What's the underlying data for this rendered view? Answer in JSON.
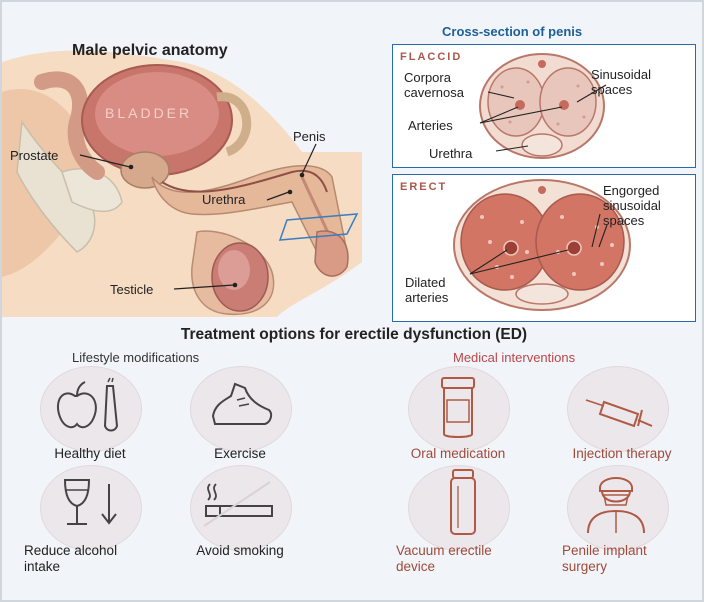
{
  "anatomy": {
    "title": "Male pelvic anatomy",
    "labels": {
      "bladder": "BLADDER",
      "prostate": "Prostate",
      "penis": "Penis",
      "urethra": "Urethra",
      "testicle": "Testicle"
    }
  },
  "cross_section": {
    "title": "Cross-section of penis",
    "flaccid": {
      "state": "FLACCID",
      "labels": {
        "corpora": "Corpora\ncavernosa",
        "sinusoidal": "Sinusoidal\nspaces",
        "arteries": "Arteries",
        "urethra": "Urethra"
      }
    },
    "erect": {
      "state": "ERECT",
      "labels": {
        "engorged": "Engorged\nsinusoidal\nspaces",
        "dilated": "Dilated\narteries"
      }
    }
  },
  "treatment": {
    "title": "Treatment options for erectile dysfunction (ED)",
    "lifestyle": {
      "heading": "Lifestyle modifications",
      "items": [
        {
          "label": "Healthy diet",
          "icon": "apple-carrot-icon"
        },
        {
          "label": "Exercise",
          "icon": "running-shoe-icon"
        },
        {
          "label": "Reduce alcohol\nintake",
          "icon": "wine-glass-down-icon"
        },
        {
          "label": "Avoid smoking",
          "icon": "no-smoking-icon"
        }
      ]
    },
    "medical": {
      "heading": "Medical interventions",
      "items": [
        {
          "label": "Oral medication",
          "icon": "pill-bottle-icon"
        },
        {
          "label": "Injection therapy",
          "icon": "syringe-icon"
        },
        {
          "label": "Vacuum erectile\ndevice",
          "icon": "vacuum-pump-icon"
        },
        {
          "label": "Penile implant\nsurgery",
          "icon": "surgeon-icon"
        }
      ]
    }
  },
  "colors": {
    "box_border": "#2b6aa8",
    "cross_title": "#1f5f97",
    "medical_text": "#b8474a",
    "tissue": "#c9645a",
    "skin": "#f3d3b5"
  }
}
